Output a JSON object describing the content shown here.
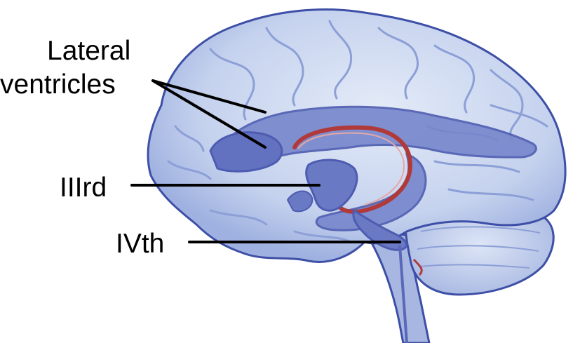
{
  "labels": {
    "lateral_line1": "Lateral",
    "lateral_line2": "ventricles",
    "third": "IIIrd",
    "fourth": "IVth"
  },
  "colors": {
    "background": "#ffffff",
    "brain_fill": "#c7d4ee",
    "brain_outline": "#3d4fa6",
    "gyri": "#8c9fd6",
    "ventricle": "#6f7ec9",
    "ventricle_dark": "#4d5cb0",
    "red_outline": "#b03a3a",
    "leader_line": "#000000",
    "label_text": "#000000"
  }
}
